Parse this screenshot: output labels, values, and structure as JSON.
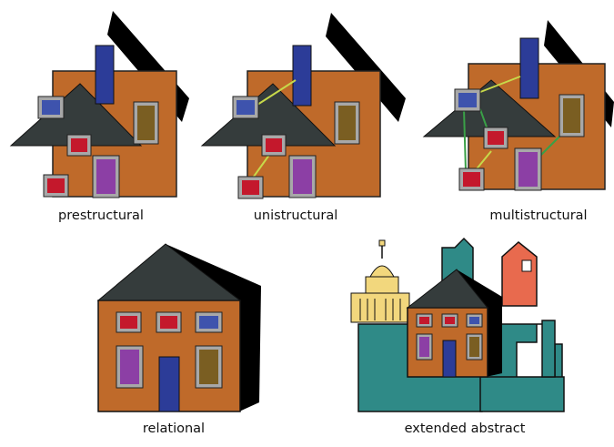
{
  "labels": {
    "prestructural": "prestructural",
    "unistructural": "unistructural",
    "multistructural": "multistructural",
    "relational": "relational",
    "extended_abstract": "extended abstract"
  },
  "colors": {
    "wall": "#bf6a2a",
    "roof": "#353c3c",
    "chimney": "#2c3c98",
    "window_red": "#c4182c",
    "window_blue": "#3e53ad",
    "window_olive": "#7a5e22",
    "window_purple": "#8c3fa5",
    "frame": "#a8a8a8",
    "connector": "#c7d94a",
    "connector_green": "#3aa047",
    "teal": "#2f8a87",
    "coral": "#e86a4e",
    "capitol": "#f2d77d",
    "shadow": "#000000"
  }
}
